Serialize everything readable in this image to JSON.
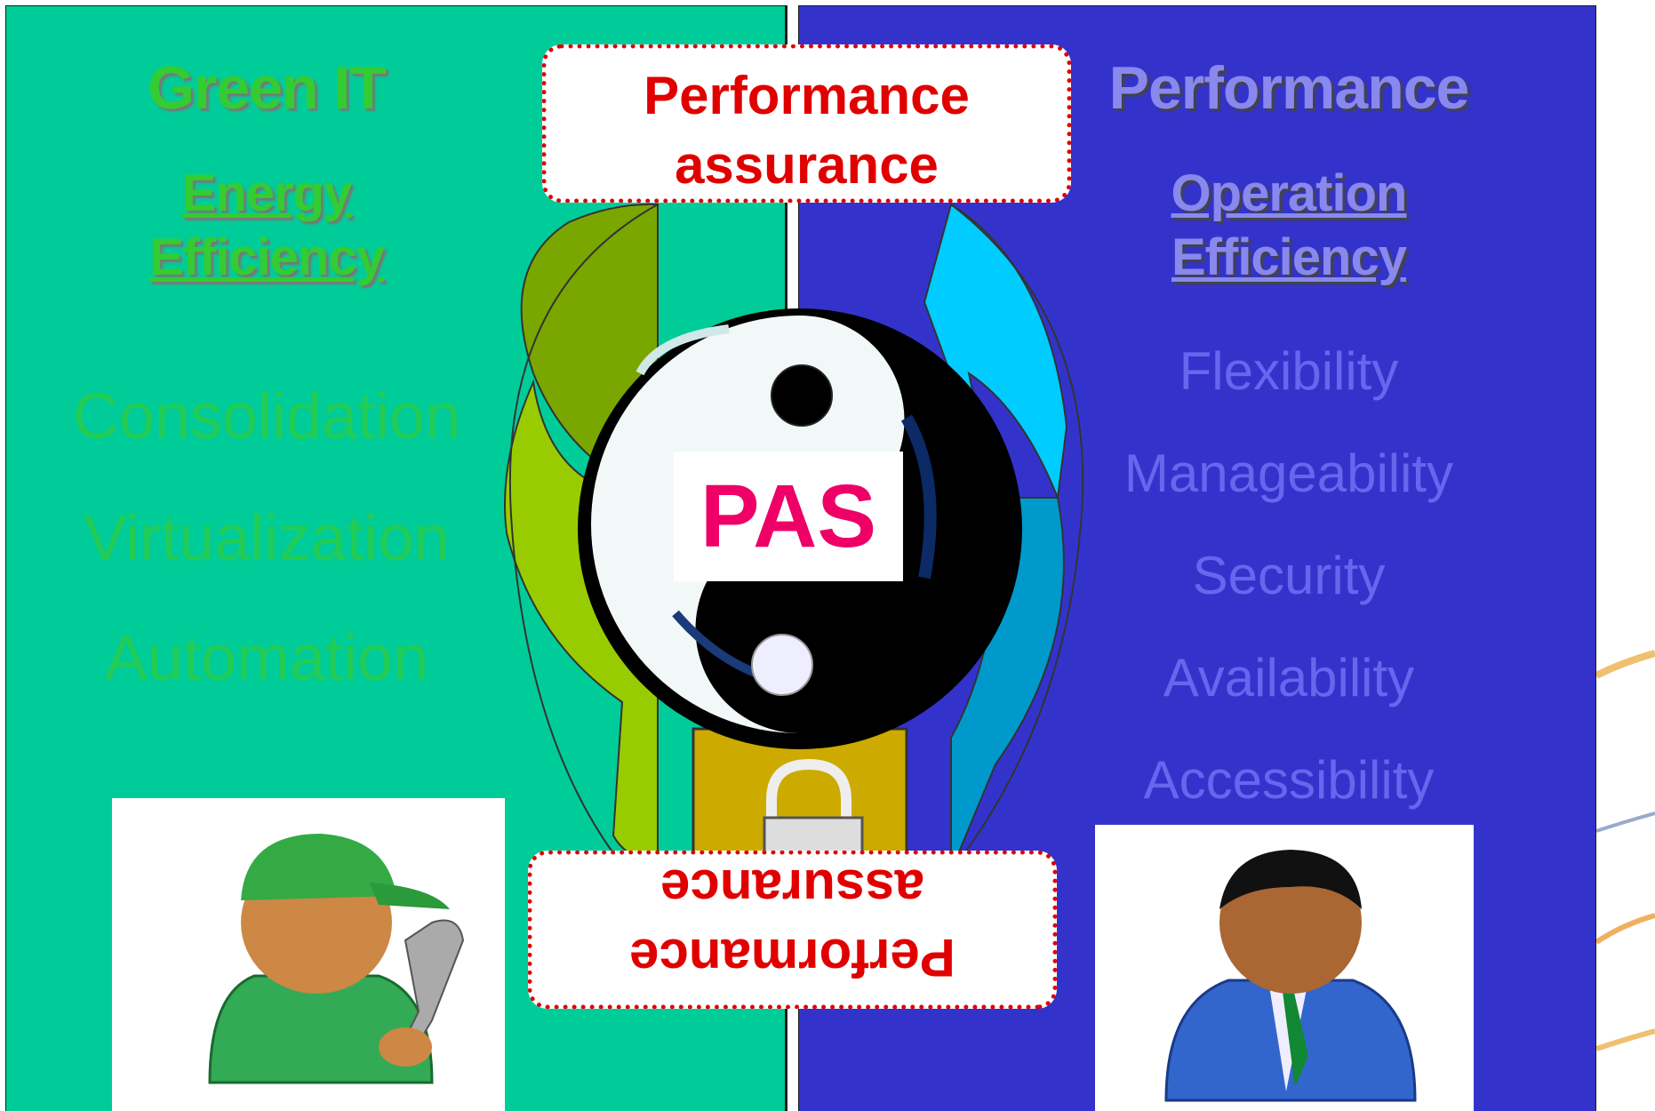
{
  "left": {
    "title": "Green IT",
    "subtitle_line1": "Energy",
    "subtitle_line2": "Efficiency",
    "items": [
      "Consolidation",
      "Virtualization",
      "Automation"
    ]
  },
  "right": {
    "title": "Performance",
    "subtitle_line1": "Operation",
    "subtitle_line2": "Efficiency",
    "items": [
      "Flexibility",
      "Manageability",
      "Security",
      "Availability",
      "Accessibility"
    ]
  },
  "top_badge": {
    "line1": "Performance",
    "line2": "assurance"
  },
  "bottom_badge": {
    "line1": "Performance",
    "line2": "assurance"
  },
  "center_label": "PAS",
  "colors": {
    "left_panel": "#00cc99",
    "right_panel": "#3333cc",
    "badge_accent": "#e00000",
    "pas_text": "#ee0066"
  },
  "icons": [
    "mechanic-with-wrench-icon",
    "businessman-icon",
    "yin-yang-icon",
    "padlock-icon"
  ]
}
